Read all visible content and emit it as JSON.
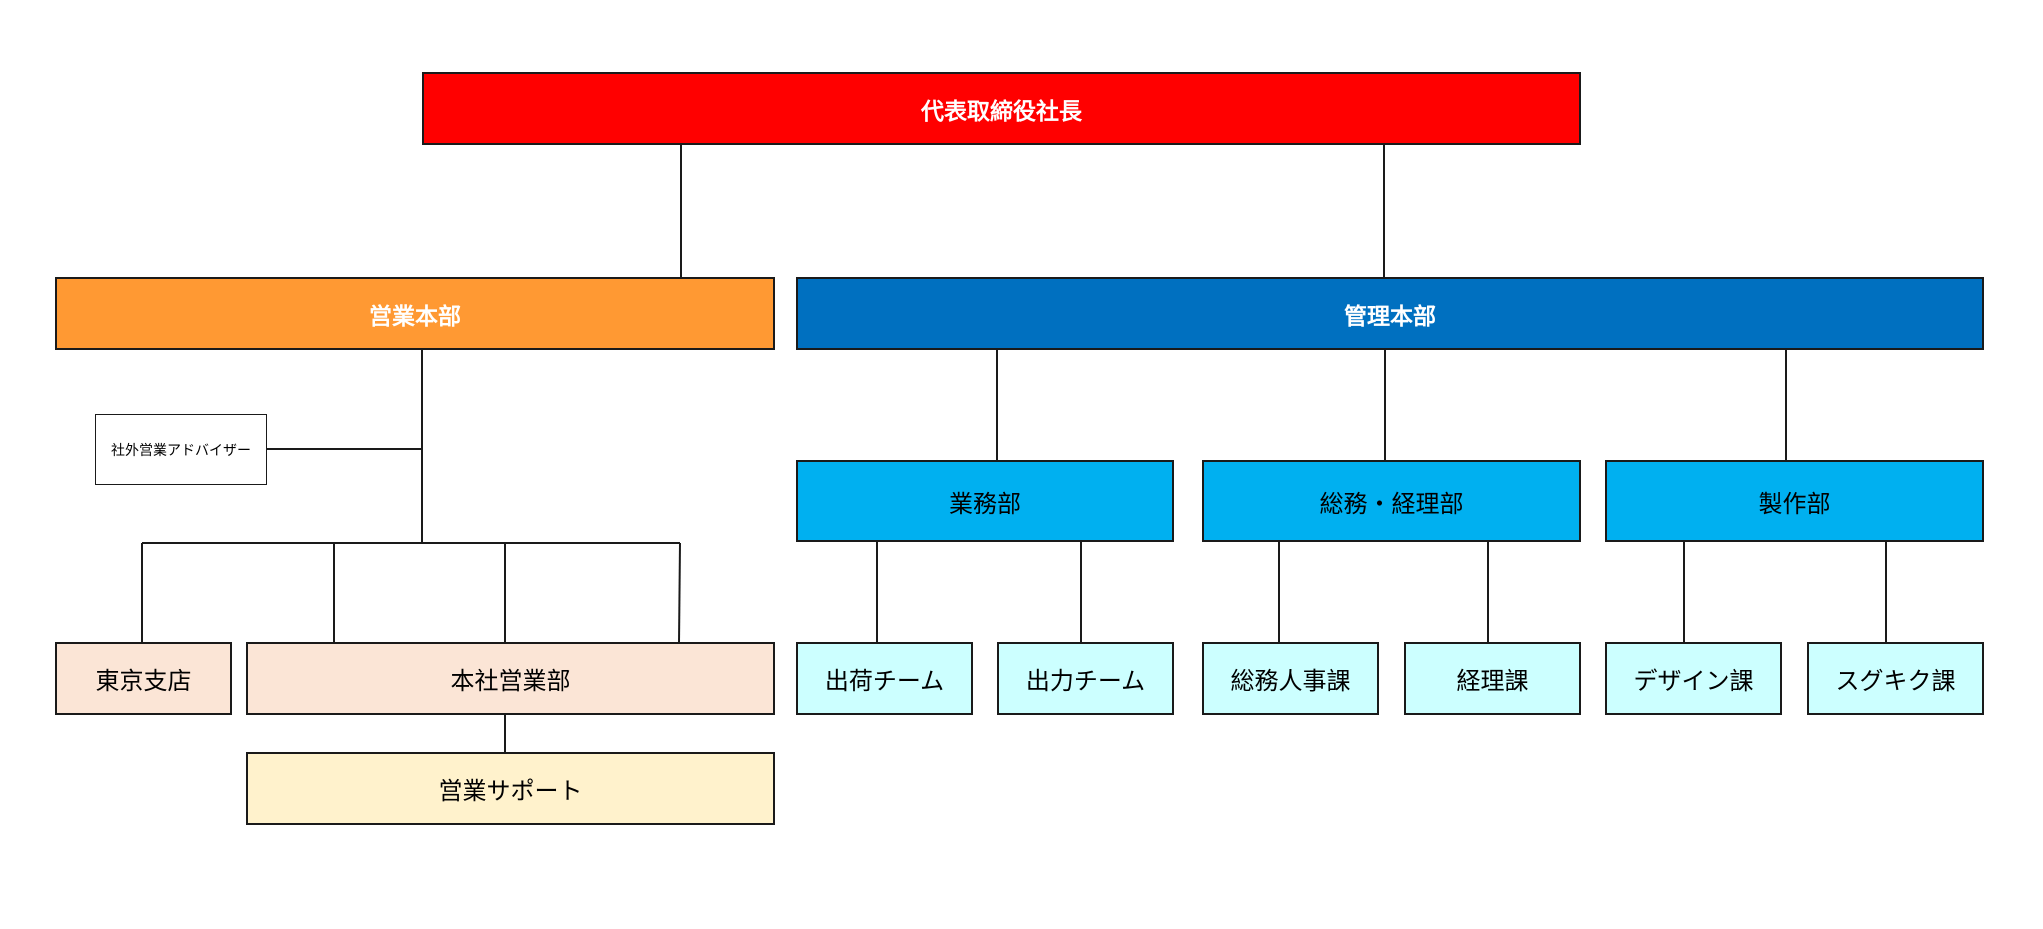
{
  "colors": {
    "ceo": "#ff0000",
    "sales_hq": "#ff9933",
    "admin_hq": "#0070c0",
    "department": "#00b0f0",
    "section_admin": "#ccffff",
    "section_sales": "#fbe5d6",
    "sales_support": "#fff2cc",
    "line": "#1a1a1a"
  },
  "org": {
    "ceo": "代表取締役社長",
    "sales_hq": "営業本部",
    "admin_hq": "管理本部",
    "advisor": "社外営業アドバイザー",
    "tokyo_branch": "東京支店",
    "hq_sales_dept": "本社営業部",
    "sales_support": "営業サポート",
    "gyomu_dept": "業務部",
    "somu_keiri_dept": "総務・経理部",
    "seisaku_dept": "製作部",
    "shukka_team": "出荷チーム",
    "shutsuryoku_team": "出力チーム",
    "somu_jinji_section": "総務人事課",
    "keiri_section": "経理課",
    "design_section": "デザイン課",
    "sugiki_section": "スグキク課"
  }
}
